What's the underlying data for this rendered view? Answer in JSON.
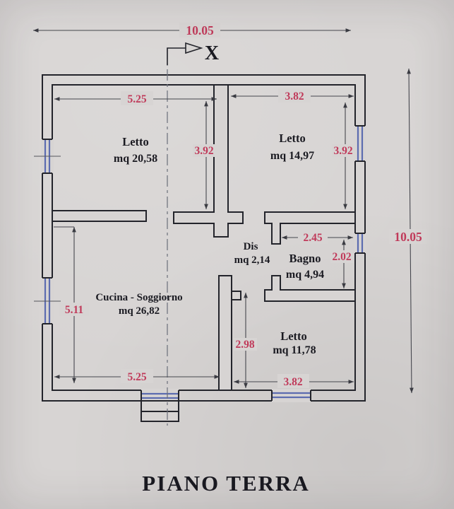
{
  "document": {
    "title": "PIANO TERRA"
  },
  "axis": {
    "label": "X"
  },
  "overall": {
    "width_top": "10.05",
    "height_right": "10.05"
  },
  "rooms": {
    "letto1": {
      "name": "Letto",
      "area": "mq 20,58",
      "dim_width": "5.25",
      "dim_height": "3.92"
    },
    "letto2": {
      "name": "Letto",
      "area": "mq 14,97",
      "dim_width": "3.82",
      "dim_height": "3.92"
    },
    "dis": {
      "name": "Dis",
      "area": "mq 2,14"
    },
    "bagno": {
      "name": "Bagno",
      "area": "mq 4,94",
      "dim_width": "2.45",
      "dim_height": "2.02"
    },
    "cucina_soggiorno": {
      "name": "Cucina - Soggiorno",
      "area": "mq 26,82",
      "dim_height": "5.11",
      "dim_width": "5.25"
    },
    "letto3": {
      "name": "Letto",
      "area": "mq 11,78",
      "dim_height": "2.98",
      "dim_width": "3.82"
    }
  },
  "colors": {
    "paper": "#d7d4d3",
    "wall_ink": "#23242b",
    "dimension_red": "#c03a5a",
    "window_blue": "#5c6cb0",
    "label_ink": "#1a1a21"
  }
}
